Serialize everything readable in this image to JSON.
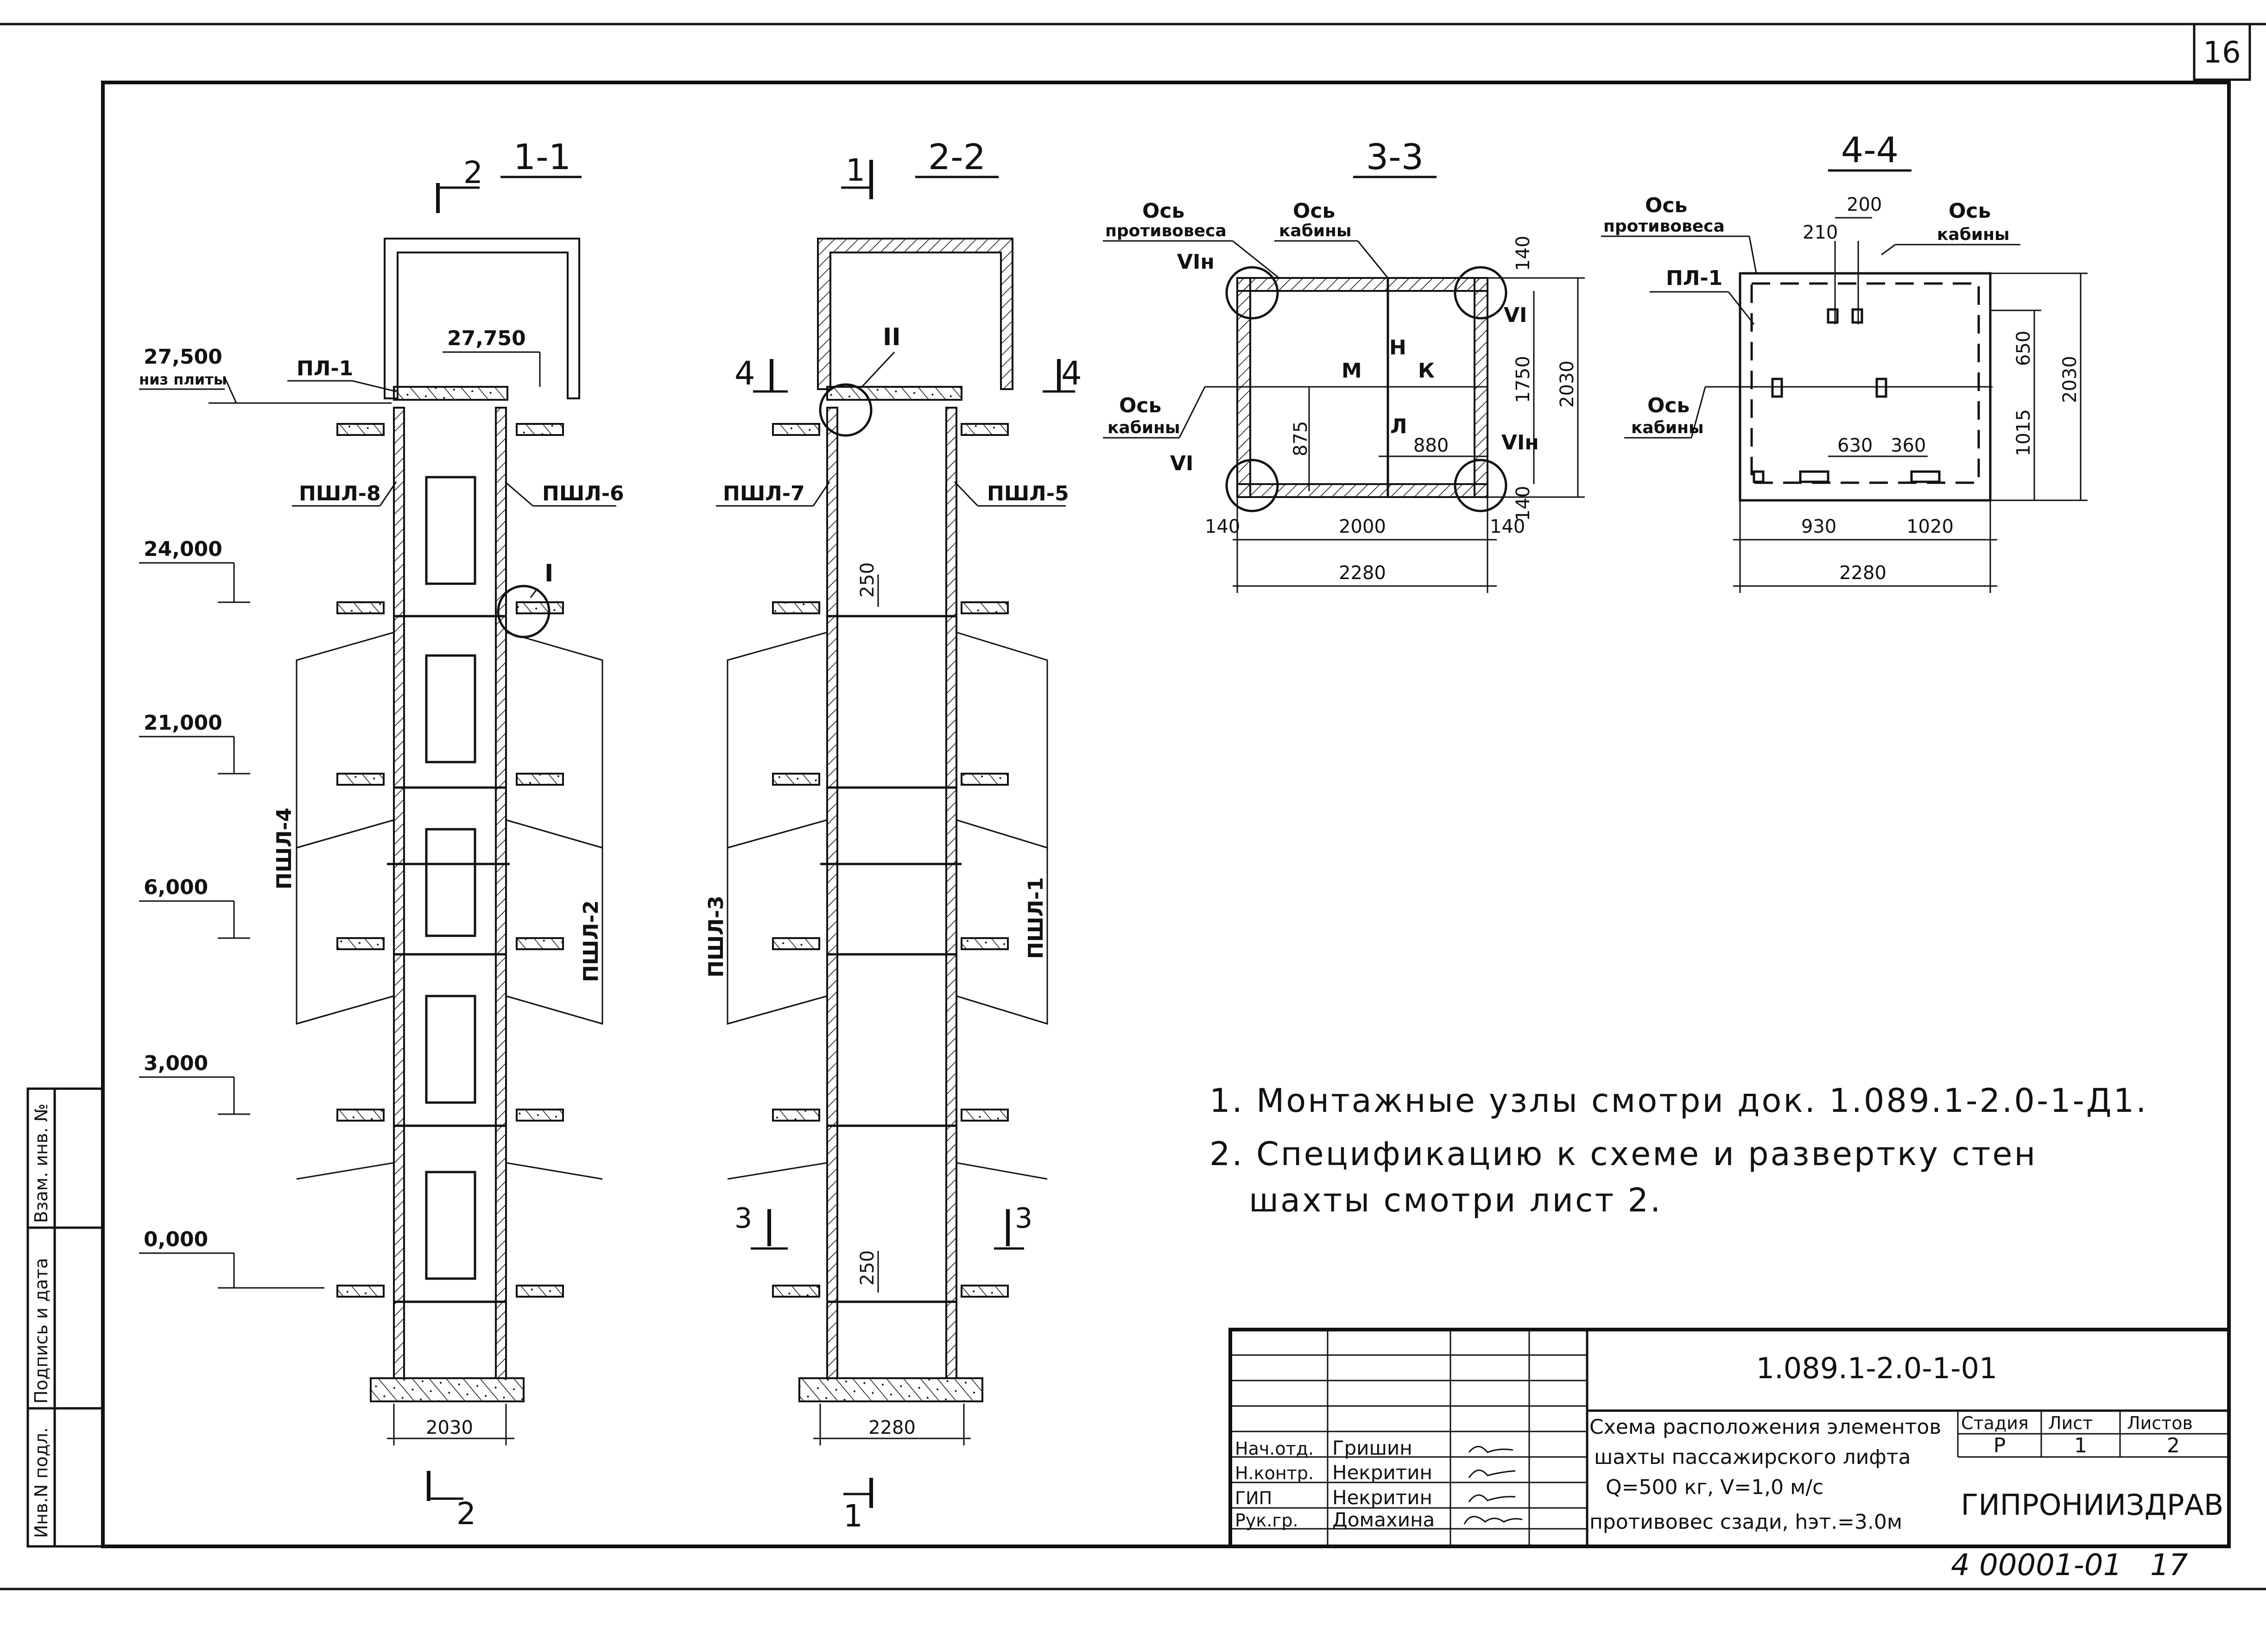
{
  "sheet": {
    "corner_number": "16",
    "bottom_stamp": "4 00001-01",
    "bottom_page": "17"
  },
  "side_strip": [
    "Инв.N подл.",
    "Подпись и дата",
    "Взам. инв. №"
  ],
  "sections": {
    "s11": "1-1",
    "s22": "2-2",
    "s33": "3-3",
    "s44": "4-4"
  },
  "section_marks": {
    "two": "2",
    "one": "1",
    "four": "4",
    "three": "3"
  },
  "levels": [
    "27,500",
    "низ плиты",
    "24,000",
    "21,000",
    "6,000",
    "3,000",
    "0,000"
  ],
  "labels": {
    "pl1": "ПЛ-1",
    "pshl8": "ПШЛ-8",
    "pshl6": "ПШЛ-6",
    "pshl7": "ПШЛ-7",
    "pshl5": "ПШЛ-5",
    "pshl4": "ПШЛ-4",
    "pshl2": "ПШЛ-2",
    "pshl3": "ПШЛ-3",
    "pshl1": "ПШЛ-1",
    "node1": "I",
    "node2": "II",
    "top_level": "27,750",
    "os": "Ось",
    "protivovesa": "противовеса",
    "kabiny": "кабины",
    "vin": "VIн",
    "vi": "VI",
    "m": "М",
    "n": "Н",
    "k": "К",
    "l": "Л"
  },
  "dims": {
    "w2030": "2030",
    "w2280": "2280",
    "d250": "250",
    "d140": "140",
    "d1750": "1750",
    "d875": "875",
    "d880": "880",
    "d2000": "2000",
    "d210": "210",
    "d200": "200",
    "d650": "650",
    "d1015": "1015",
    "d630": "630",
    "d360": "360",
    "d930": "930",
    "d1020": "1020"
  },
  "notes": [
    "1. Монтажные узлы смотри док. 1.089.1-2.0-1-Д1.",
    "2. Спецификацию к схеме и развертку стен",
    "шахты смотри лист 2."
  ],
  "title_block": {
    "code": "1.089.1-2.0-1-01",
    "title": [
      "Схема расположения элементов",
      "шахты пассажирского лифта",
      "Q=500 кг, V=1,0 м/с",
      "противовес сзади, hэт.=3.0м"
    ],
    "stage_hdr": "Стадия",
    "sheet_hdr": "Лист",
    "sheets_hdr": "Листов",
    "stage": "Р",
    "sheet": "1",
    "sheets": "2",
    "org": "ГИПРОНИИЗДРАВ",
    "people": [
      {
        "role": "Нач.отд.",
        "name": "Гришин"
      },
      {
        "role": "Н.контр.",
        "name": "Некритин"
      },
      {
        "role": "ГИП",
        "name": "Некритин"
      },
      {
        "role": "Рук.гр.",
        "name": "Домахина"
      }
    ]
  }
}
